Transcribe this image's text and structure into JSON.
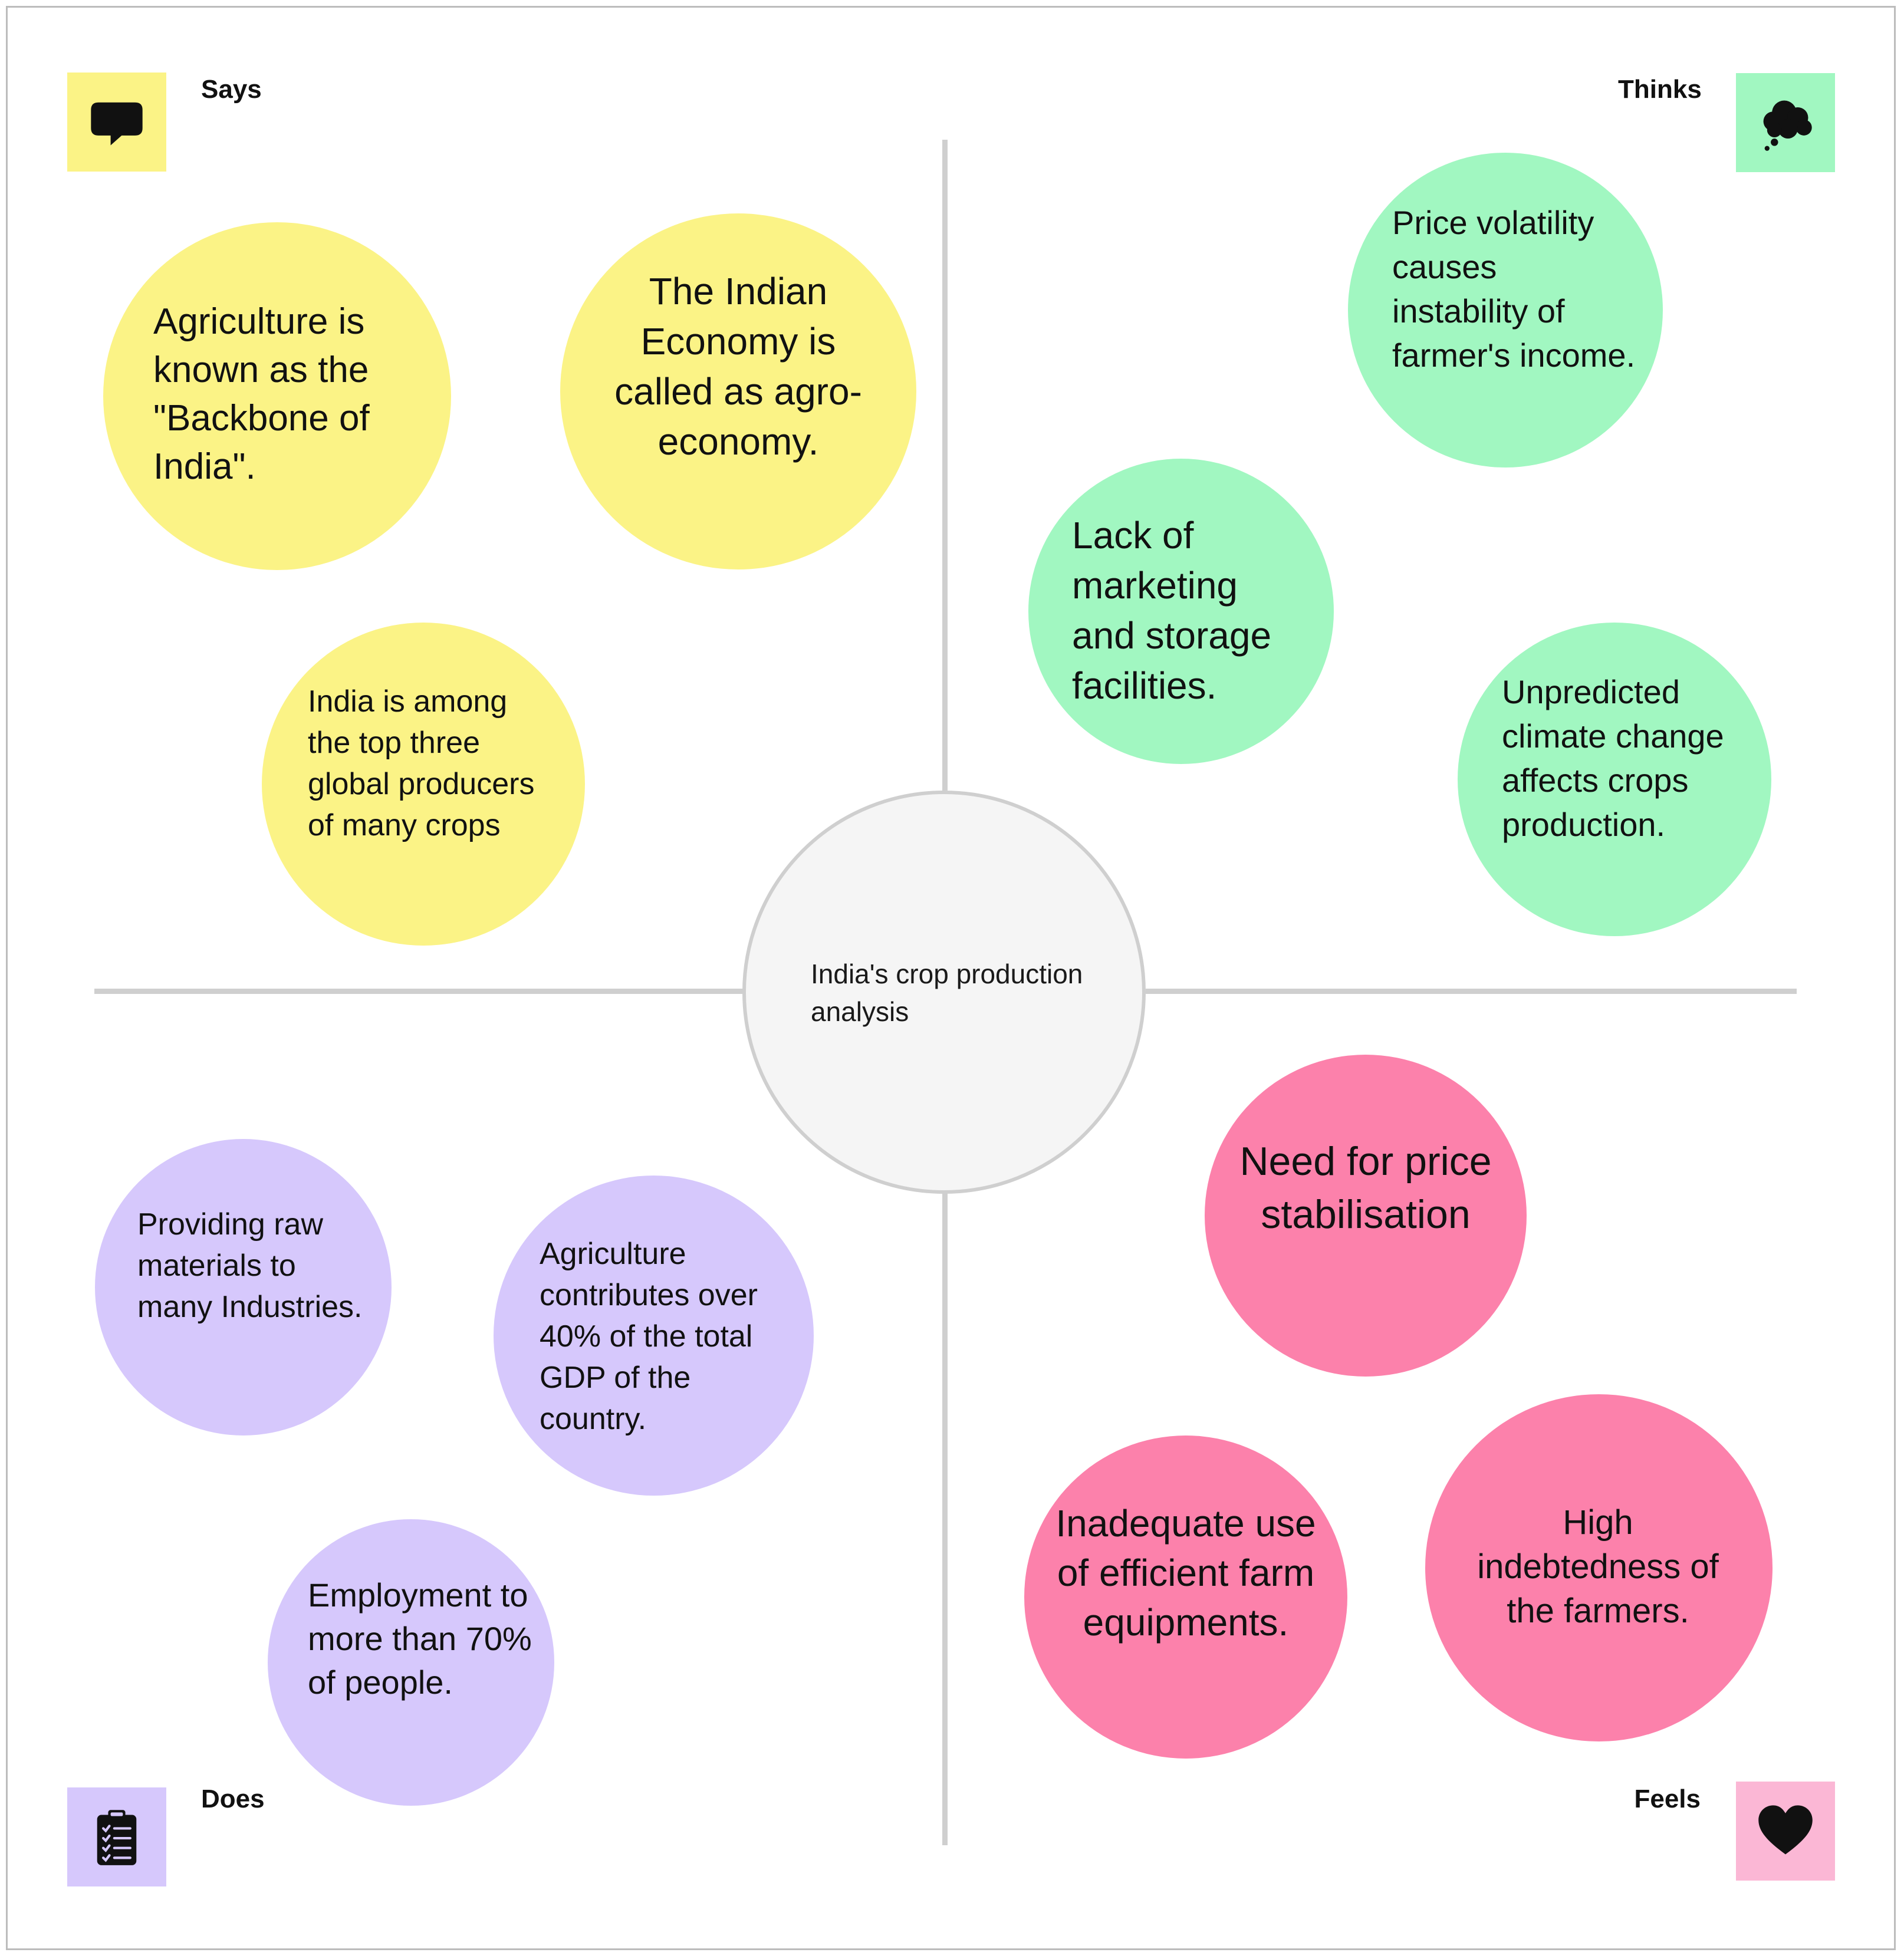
{
  "center": {
    "text": "India's crop production analysis"
  },
  "quadrants": {
    "says": {
      "label": "Says",
      "icon": "speech-bubble-icon",
      "color": "#fbf386"
    },
    "thinks": {
      "label": "Thinks",
      "icon": "thought-cloud-icon",
      "color": "#a1f7c1"
    },
    "does": {
      "label": "Does",
      "icon": "clipboard-checklist-icon",
      "color": "#d6c8fc"
    },
    "feels": {
      "label": "Feels",
      "icon": "heart-icon",
      "color": "#fbb7d5"
    }
  },
  "notes": {
    "says": [
      "Agriculture is known as the \"Backbone of India\".",
      "The Indian Economy is called as agro-economy.",
      "India is among the top three global producers of many crops"
    ],
    "thinks": [
      "Price volatility causes instability of farmer's income.",
      "Lack of marketing and storage facilities.",
      "Unpredicted climate change affects crops production."
    ],
    "does": [
      "Providing raw materials to many Industries.",
      "Agriculture contributes over 40% of the total GDP of the country.",
      "Employment to more than 70% of people."
    ],
    "feels": [
      "Need for price stabilisation",
      "Inadequate use of efficient farm equipments.",
      "High indebtedness of the farmers."
    ]
  },
  "colors": {
    "says_note": "#fbf386",
    "thinks_note": "#a1f7c1",
    "does_note": "#d6c8fc",
    "feels_note": "#fc81ab",
    "axis": "#cfcfcf"
  }
}
